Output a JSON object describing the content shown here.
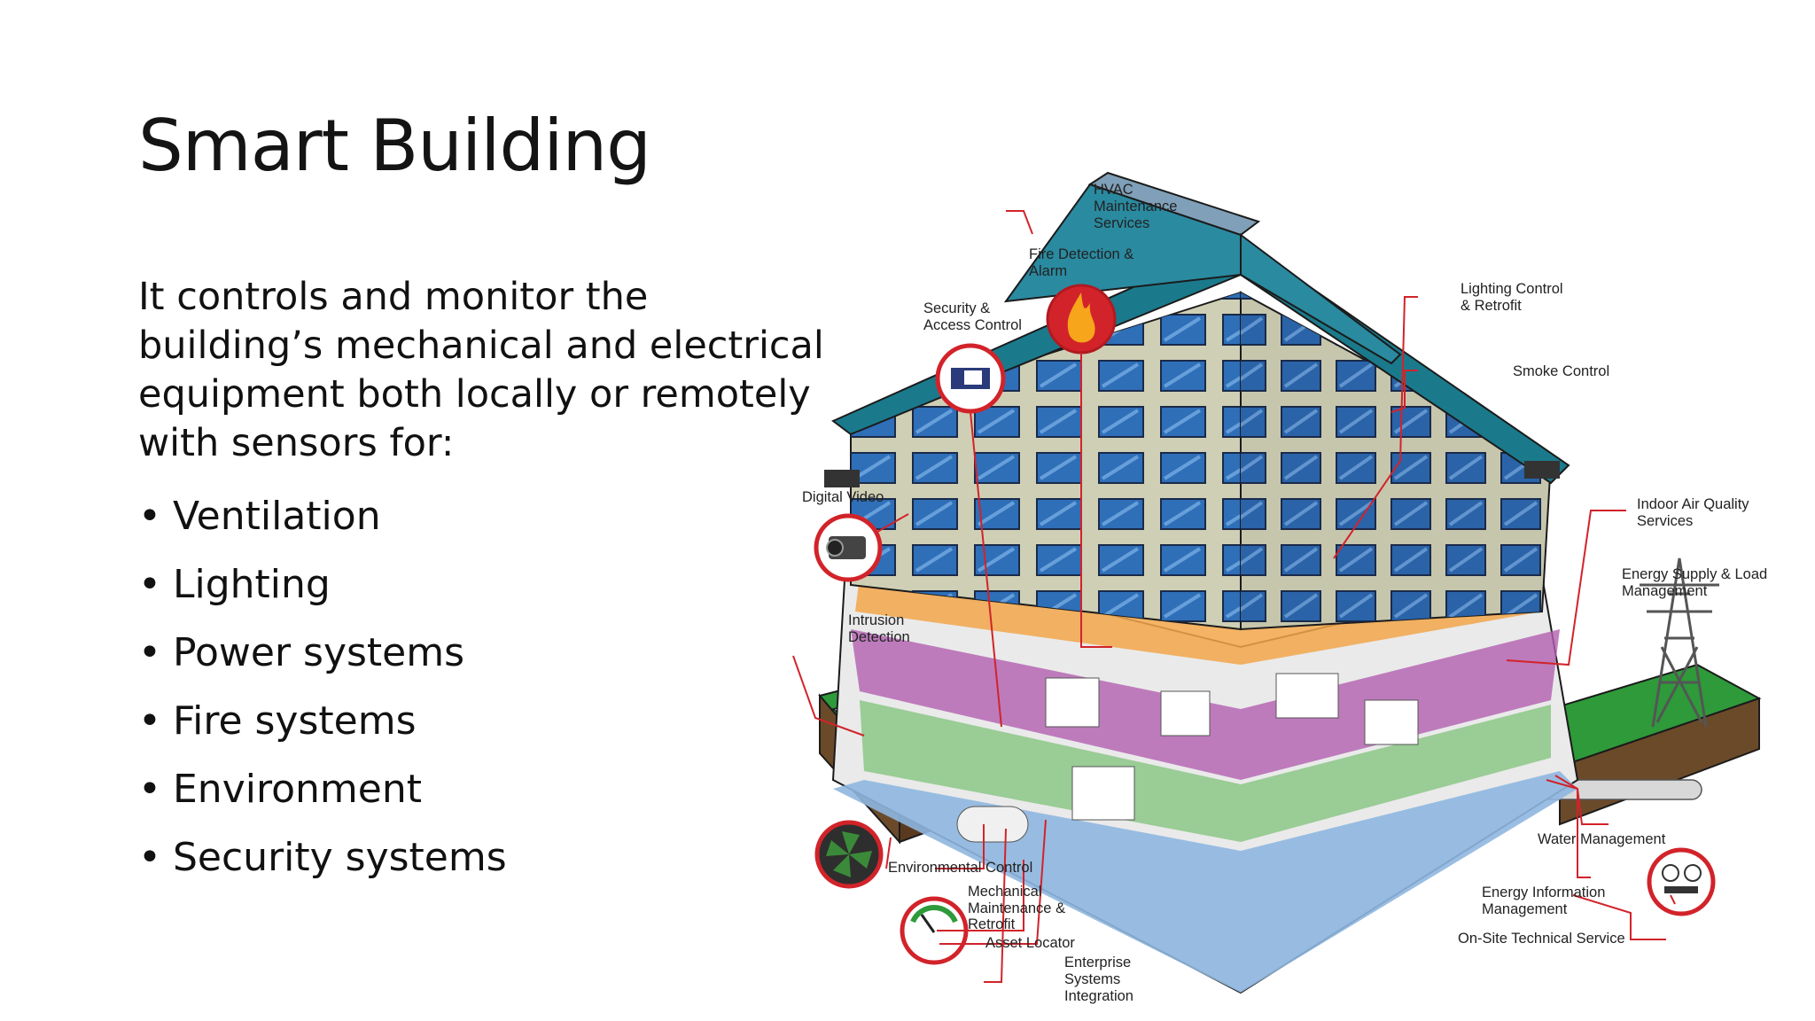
{
  "title": "Smart Building",
  "intro": "It controls and monitor the building’s mechanical and electrical equipment both locally or remotely with sensors for:",
  "bullets": [
    "Ventilation",
    "Lighting",
    "Power systems",
    "Fire systems",
    "Environment",
    "Security systems"
  ],
  "diagram": {
    "labels": {
      "hvac": [
        "HVAC",
        "Maintenance",
        "Services"
      ],
      "fire": [
        "Fire Detection &",
        "Alarm"
      ],
      "security": [
        "Security &",
        "Access Control"
      ],
      "lighting": [
        "Lighting Control",
        "& Retrofit"
      ],
      "smoke": [
        "Smoke Control"
      ],
      "digital_video": [
        "Digital Video"
      ],
      "indoor_air": [
        "Indoor Air Quality",
        "Services"
      ],
      "energy_supply": [
        "Energy Supply & Load",
        "Management"
      ],
      "intrusion": [
        "Intrusion",
        "Detection"
      ],
      "water": [
        "Water Management"
      ],
      "environmental": [
        "Environmental Control"
      ],
      "mechanical": [
        "Mechanical",
        "Maintenance &",
        "Retrofit"
      ],
      "asset": [
        "Asset Locator"
      ],
      "enterprise": [
        "Enterprise",
        "Systems",
        "Integration"
      ],
      "energy_info": [
        "Energy Information",
        "Management"
      ],
      "onsite": [
        "On-Site Technical Service"
      ]
    },
    "colors": {
      "callout": "#d2232a",
      "glass": "#2e6fb8",
      "roof": "#1a7a8c",
      "grass": "#2e9a3a",
      "purple": "#b25fb0"
    }
  }
}
